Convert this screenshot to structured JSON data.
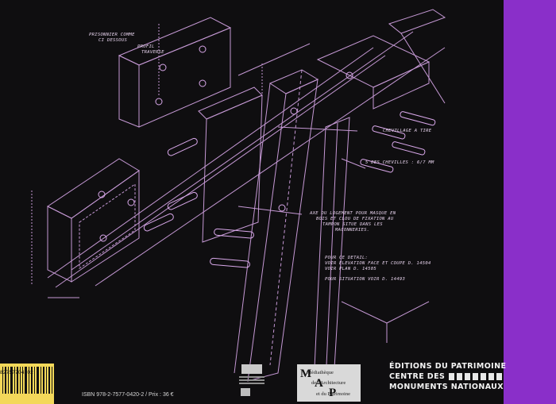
{
  "annotations": {
    "prisonnier": "PRISONNIER COMME",
    "ci_dessous": "CI DESSOUS",
    "profil": "PROFIL",
    "traverse": "TRAVERSE",
    "chevillage": "CHEVILLAGE A TIRE",
    "chevilles": "5 DES CHEVILLES : 6/7 MM",
    "axe1": "AXE DU LOGEMENT POUR MASQUE EN",
    "axe2": "BOIS ET CLOU DE FIXATION AU",
    "axe3": "TAMPON SITUE DANS LES",
    "axe4": "MACONNERIES.",
    "detail1": "POUR CE DETAIL:",
    "detail2": "VOIR ELEVATION FACE ET COUPE D. 14504",
    "detail3": "VOIR PLAN  D. 14505",
    "situation": "POUR SITUATION VOIR D. 14493"
  },
  "barcode_digits": "82757704202",
  "isbn_text": "ISBN 978-2-7577-0420-2 / Prix : 36 €",
  "mediatheque": {
    "line1": "Médiathèque",
    "line2": "de l'Architecture",
    "line3": "et du Patrimoine"
  },
  "publisher": {
    "line1": "ÉDITIONS DU PATRIMOINE",
    "line2": "CENTRE DES",
    "line3": "MONUMENTS NATIONAUX"
  },
  "colors": {
    "background": "#0f0e10",
    "line_art": "#d9a8ea",
    "band": "#8a2fc9",
    "barcode_bg": "#f3d85a"
  }
}
